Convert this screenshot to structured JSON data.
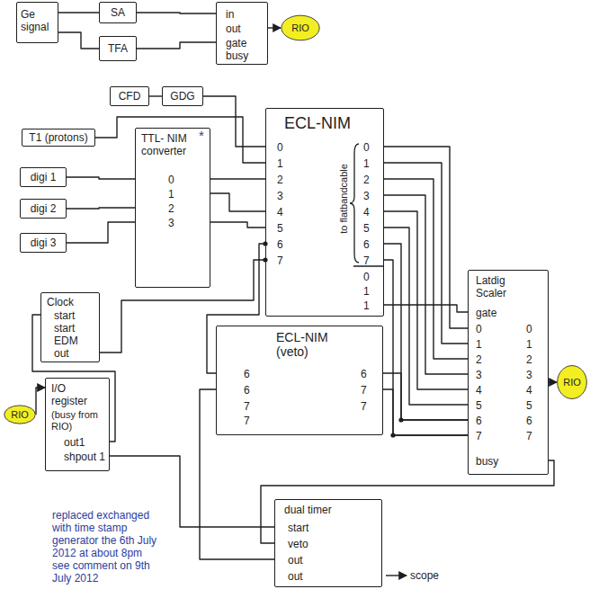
{
  "diagram": {
    "nodes": [
      {
        "text": [
          "Ge signal"
        ]
      },
      {
        "text": [
          "SA"
        ]
      },
      {
        "text": [
          "in",
          "out",
          "gate",
          "busy"
        ]
      },
      {
        "text": [
          "RIO"
        ]
      },
      {
        "text": [
          "TFA"
        ]
      },
      {
        "text": [
          "CFD"
        ]
      },
      {
        "text": [
          "GDG"
        ]
      },
      {
        "text": [
          "ECL-NIM",
          "0",
          "1",
          "2",
          "3",
          "4",
          "5",
          "6",
          "7",
          "to flatbandcable",
          "0",
          "1",
          "2",
          "3",
          "4",
          "5",
          "6",
          "7",
          "0",
          "1",
          "1"
        ]
      },
      {
        "text": [
          "T1 (protons)"
        ]
      },
      {
        "text": [
          "TTL- NIM converter",
          "*",
          "0",
          "1",
          "2",
          "3"
        ]
      },
      {
        "text": [
          "digi 1"
        ]
      },
      {
        "text": [
          "digi 2"
        ]
      },
      {
        "text": [
          "digi 3"
        ]
      },
      {
        "text": [
          "Latdig Scaler",
          "gate",
          "0",
          "1",
          "2",
          "3",
          "4",
          "5",
          "6",
          "7",
          "0",
          "1",
          "2",
          "3",
          "4",
          "5",
          "6",
          "7",
          "busy"
        ]
      },
      {
        "text": [
          "Clock",
          "start",
          "start",
          "EDM",
          "out"
        ]
      },
      {
        "text": [
          "ECL-NIM (veto)",
          "6",
          "6",
          "7",
          "7",
          "6",
          "7",
          "7"
        ]
      },
      {
        "text": [
          "RIO"
        ]
      },
      {
        "text": [
          "I/O register",
          "(busy from RIO)",
          "out1",
          "shpout 1"
        ]
      },
      {
        "text": [
          "RIO"
        ]
      },
      {
        "text": [
          "dual timer",
          "start",
          "veto",
          "out",
          "out"
        ]
      }
    ],
    "edges": [
      {
        "from": 0,
        "to": 1,
        "arrow": "none"
      },
      {
        "from": 0,
        "to": 4,
        "arrow": "none"
      },
      {
        "from": 1,
        "to": 2,
        "arrow": "none"
      },
      {
        "from": 2,
        "to": 3,
        "arrow": "to"
      },
      {
        "from": 4,
        "to": 2,
        "arrow": "none"
      },
      {
        "from": 5,
        "to": 6,
        "arrow": "none"
      },
      {
        "from": 6,
        "to": 7,
        "arrow": "none"
      },
      {
        "from": 8,
        "to": 7,
        "arrow": "none"
      },
      {
        "from": 10,
        "to": 9,
        "arrow": "none"
      },
      {
        "from": 11,
        "to": 9,
        "arrow": "none"
      },
      {
        "from": 12,
        "to": 9,
        "arrow": "none"
      },
      {
        "from": 9,
        "to": 7,
        "arrow": "none"
      },
      {
        "from": 9,
        "to": 7,
        "arrow": "none"
      },
      {
        "from": 9,
        "to": 7,
        "arrow": "none"
      },
      {
        "from": 14,
        "to": 7,
        "arrow": "none"
      },
      {
        "from": 17,
        "to": 14,
        "arrow": "none"
      },
      {
        "from": 18,
        "to": 17,
        "arrow": "to"
      },
      {
        "from": 7,
        "to": 13,
        "arrow": "none"
      },
      {
        "from": 7,
        "to": 13,
        "arrow": "none"
      },
      {
        "from": 7,
        "to": 13,
        "arrow": "none"
      },
      {
        "from": 7,
        "to": 13,
        "arrow": "none"
      },
      {
        "from": 7,
        "to": 13,
        "arrow": "none"
      },
      {
        "from": 7,
        "to": 13,
        "arrow": "none"
      },
      {
        "from": 7,
        "to": 13,
        "arrow": "none"
      },
      {
        "from": 7,
        "to": 13,
        "arrow": "none"
      },
      {
        "from": 7,
        "to": 13,
        "arrow": "none"
      },
      {
        "from": 13,
        "to": 16,
        "arrow": "to"
      },
      {
        "from": 7,
        "to": 15,
        "arrow": "none"
      },
      {
        "from": 15,
        "to": 13,
        "arrow": "none"
      },
      {
        "from": 15,
        "to": 13,
        "arrow": "none"
      },
      {
        "from": 19,
        "to": 15,
        "arrow": "none"
      },
      {
        "from": 13,
        "to": 19,
        "arrow": "none"
      },
      {
        "from": 17,
        "to": 19,
        "arrow": "none"
      }
    ],
    "labels": [
      "scope",
      "replaced exchanged with time stamp generator the 6th July 2012 at about 8pm see comment on 9th July 2012"
    ]
  }
}
